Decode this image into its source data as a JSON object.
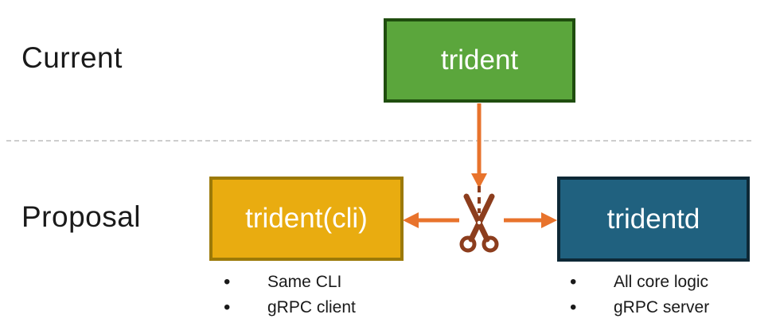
{
  "labels": {
    "current": "Current",
    "proposal": "Proposal"
  },
  "boxes": {
    "green": {
      "label": "trident"
    },
    "gold": {
      "label": "trident(cli)"
    },
    "teal": {
      "label": "tridentd"
    }
  },
  "bullets": {
    "left": [
      "Same CLI",
      "gRPC client"
    ],
    "right": [
      "All core logic",
      "gRPC server"
    ]
  },
  "icons": {
    "scissors": "scissors-icon"
  },
  "colors": {
    "background": "#ffffff",
    "text": "#1a1a1a",
    "divider": "#cdcdcd",
    "arrow": "#e8732c",
    "scissors": "#8c3d1d",
    "box-text": "#ffffff",
    "box-green-fill": "#5ba63c",
    "box-green-border": "#1f4d0e",
    "box-gold-fill": "#e9ac10",
    "box-gold-border": "#9c7a08",
    "box-teal-fill": "#20617f",
    "box-teal-border": "#0d2836"
  }
}
